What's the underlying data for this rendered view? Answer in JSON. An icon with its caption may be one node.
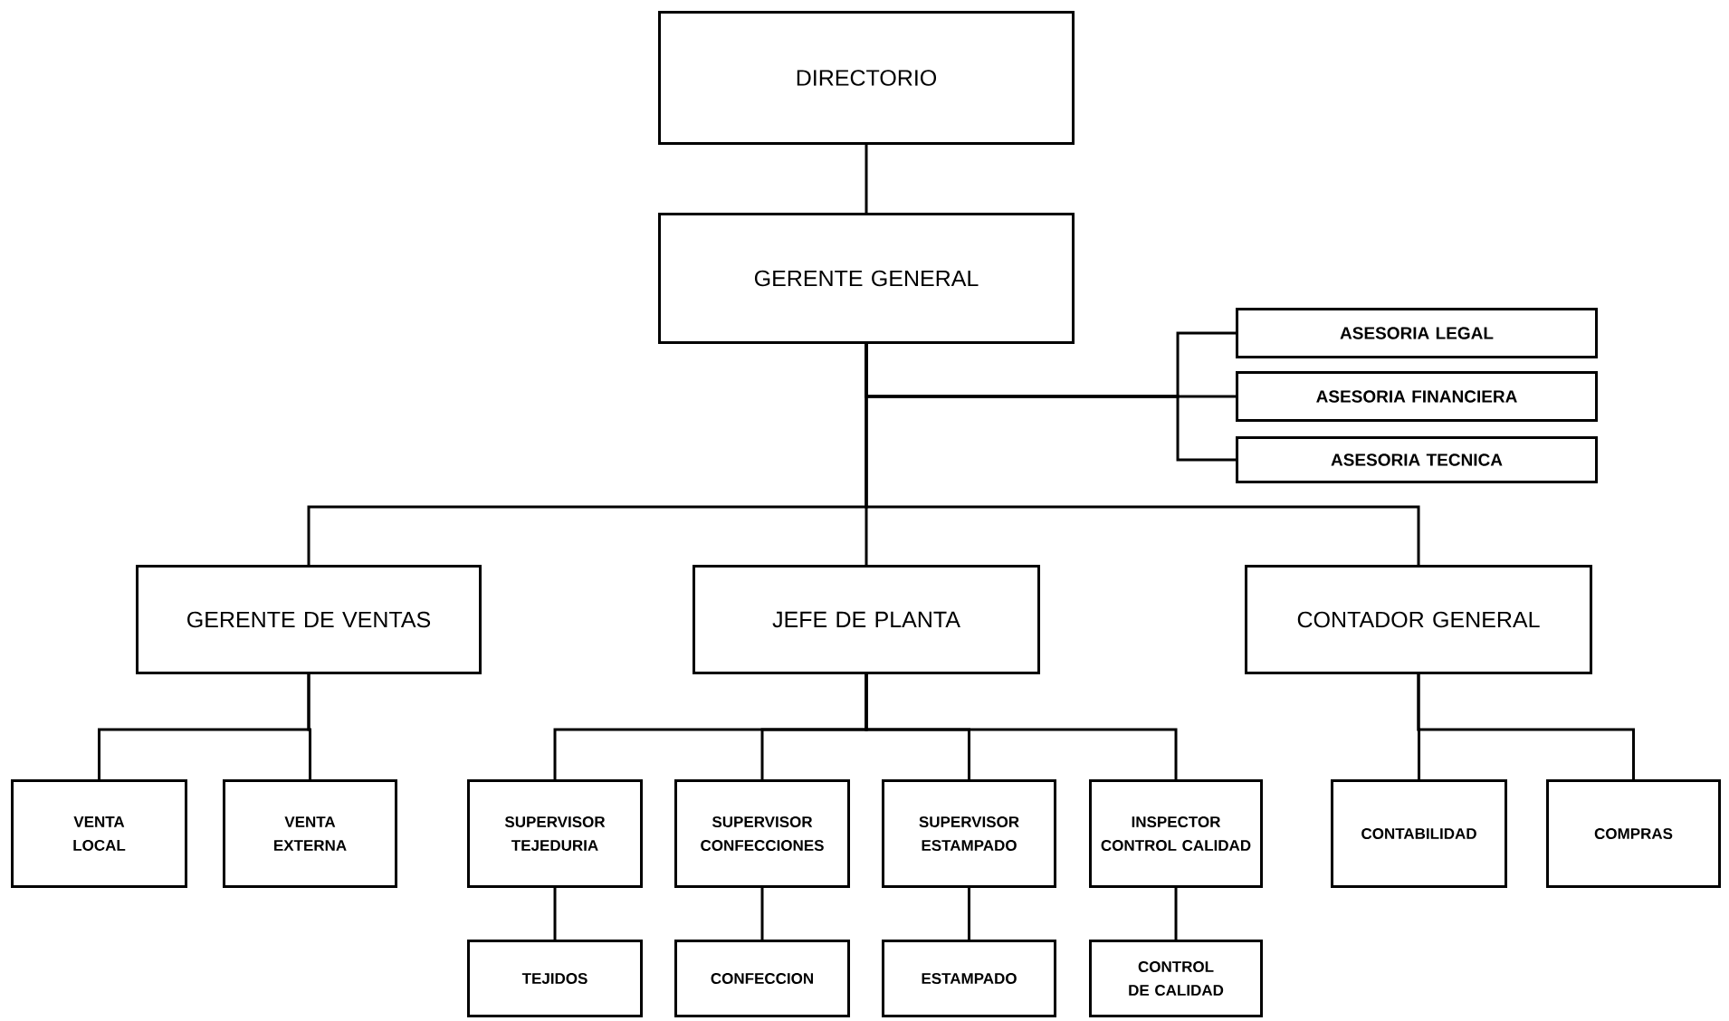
{
  "diagram": {
    "nodes": [
      {
        "text": [
          "DIRECTORIO"
        ]
      },
      {
        "text": [
          "GERENTE GENERAL"
        ]
      },
      {
        "text": [
          "ASESORIA LEGAL"
        ]
      },
      {
        "text": [
          "ASESORIA FINANCIERA"
        ]
      },
      {
        "text": [
          "ASESORIA TECNICA"
        ]
      },
      {
        "text": [
          "GERENTE DE VENTAS"
        ]
      },
      {
        "text": [
          "JEFE DE PLANTA"
        ]
      },
      {
        "text": [
          "CONTADOR GENERAL"
        ]
      },
      {
        "text": [
          "VENTA LOCAL"
        ]
      },
      {
        "text": [
          "VENTA EXTERNA"
        ]
      },
      {
        "text": [
          "SUPERVISOR TEJEDURIA"
        ]
      },
      {
        "text": [
          "SUPERVISOR CONFECCIONES"
        ]
      },
      {
        "text": [
          "SUPERVISOR ESTAMPADO"
        ]
      },
      {
        "text": [
          "INSPECTOR CONTROL CALIDAD"
        ]
      },
      {
        "text": [
          "CONTABILIDAD"
        ]
      },
      {
        "text": [
          "COMPRAS"
        ]
      },
      {
        "text": [
          "TEJIDOS"
        ]
      },
      {
        "text": [
          "CONFECCION"
        ]
      },
      {
        "text": [
          "ESTAMPADO"
        ]
      },
      {
        "text": [
          "CONTROL DE CALIDAD"
        ]
      }
    ],
    "edges": [
      {
        "from": 0,
        "to": 1,
        "arrow": "none"
      },
      {
        "from": 1,
        "to": 2,
        "arrow": "none"
      },
      {
        "from": 1,
        "to": 3,
        "arrow": "none"
      },
      {
        "from": 1,
        "to": 4,
        "arrow": "none"
      },
      {
        "from": 1,
        "to": 5,
        "arrow": "none"
      },
      {
        "from": 1,
        "to": 6,
        "arrow": "none"
      },
      {
        "from": 1,
        "to": 7,
        "arrow": "none"
      },
      {
        "from": 5,
        "to": 8,
        "arrow": "none"
      },
      {
        "from": 5,
        "to": 9,
        "arrow": "none"
      },
      {
        "from": 6,
        "to": 10,
        "arrow": "none"
      },
      {
        "from": 6,
        "to": 11,
        "arrow": "none"
      },
      {
        "from": 6,
        "to": 12,
        "arrow": "none"
      },
      {
        "from": 6,
        "to": 13,
        "arrow": "none"
      },
      {
        "from": 7,
        "to": 14,
        "arrow": "none"
      },
      {
        "from": 7,
        "to": 15,
        "arrow": "none"
      },
      {
        "from": 10,
        "to": 16,
        "arrow": "none"
      },
      {
        "from": 11,
        "to": 17,
        "arrow": "none"
      },
      {
        "from": 12,
        "to": 18,
        "arrow": "none"
      },
      {
        "from": 13,
        "to": 19,
        "arrow": "none"
      }
    ]
  }
}
